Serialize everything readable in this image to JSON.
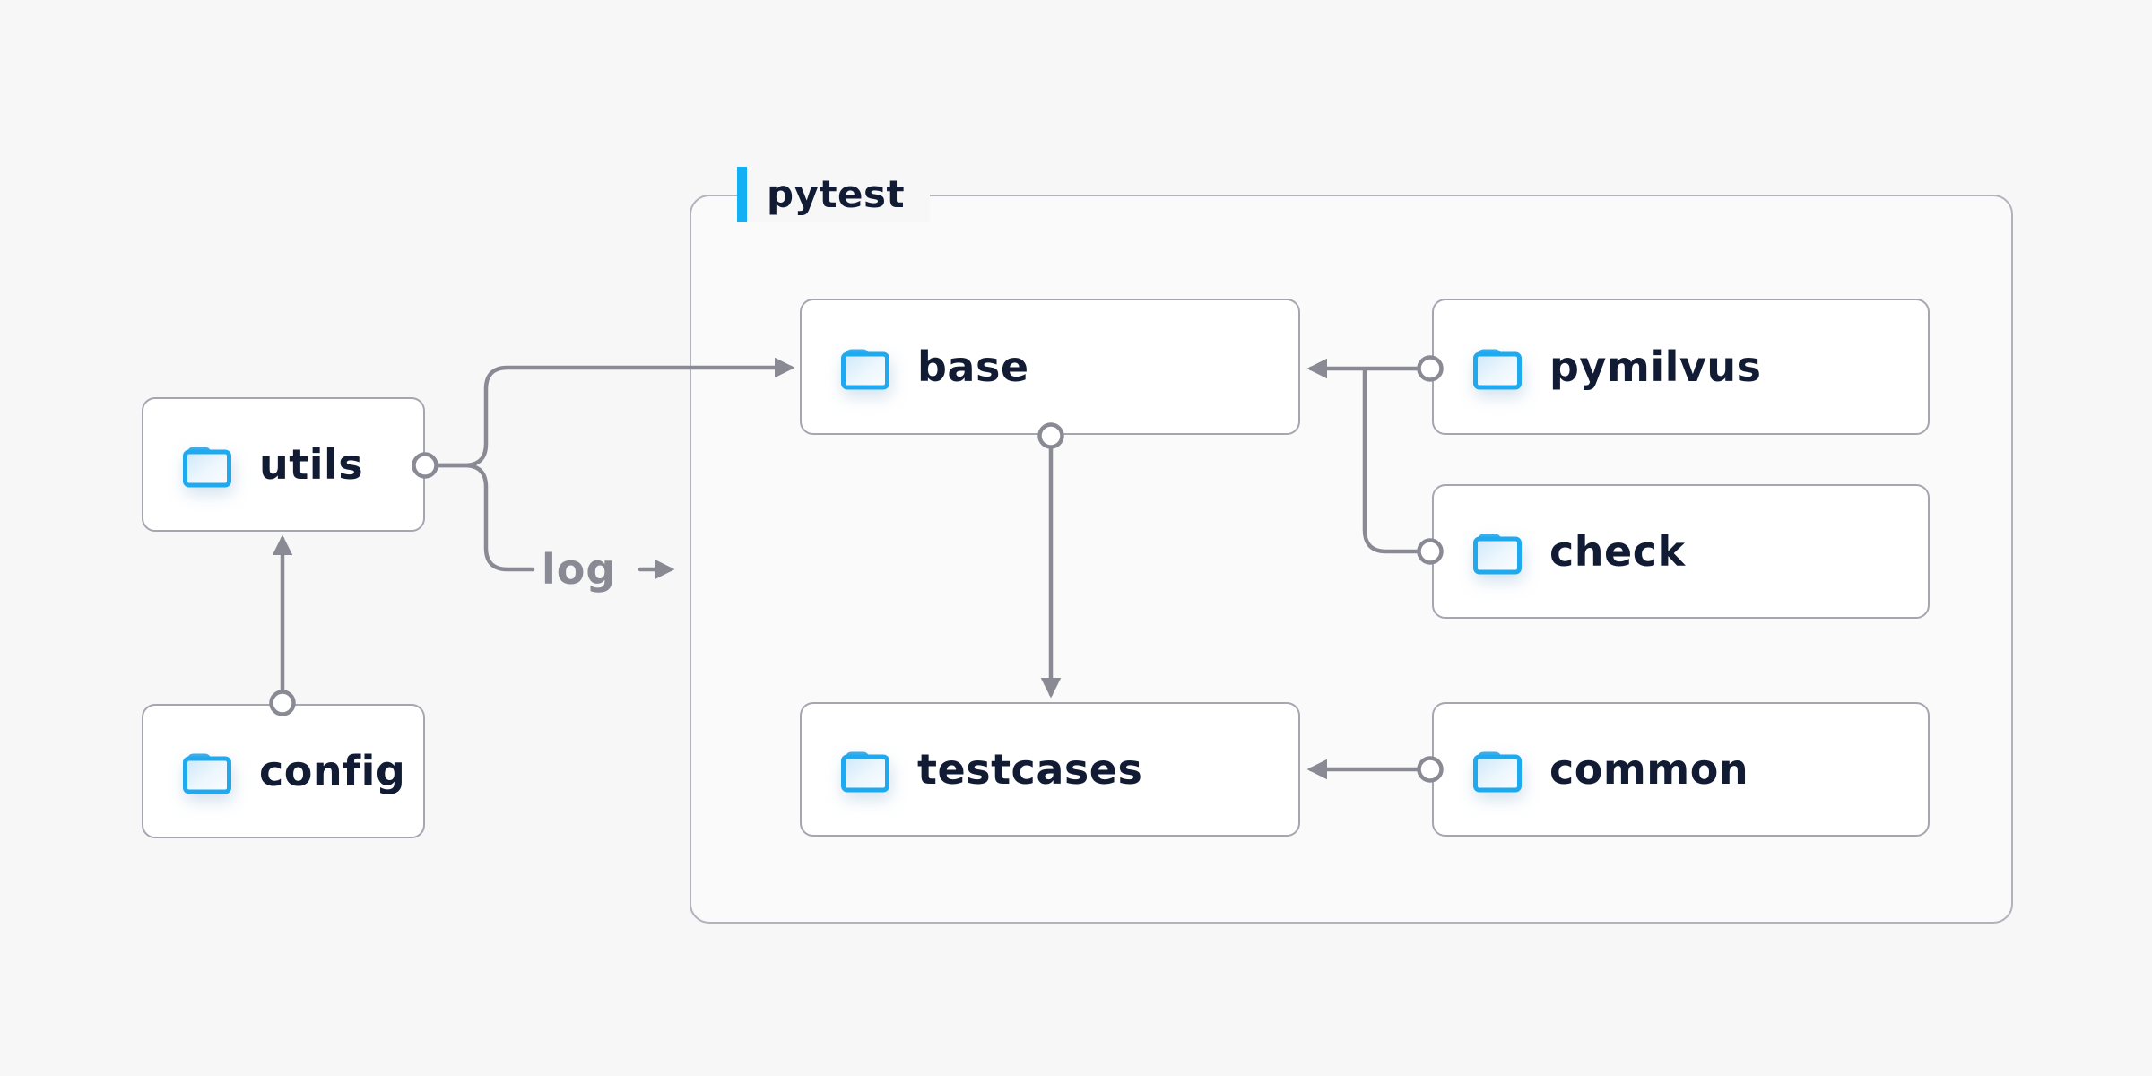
{
  "diagram": {
    "group": {
      "label": "pytest"
    },
    "nodes": {
      "utils": {
        "label": "utils",
        "icon": "folder-icon"
      },
      "config": {
        "label": "config",
        "icon": "folder-icon"
      },
      "base": {
        "label": "base",
        "icon": "folder-icon"
      },
      "pymilvus": {
        "label": "pymilvus",
        "icon": "folder-icon"
      },
      "check": {
        "label": "check",
        "icon": "folder-icon"
      },
      "testcases": {
        "label": "testcases",
        "icon": "folder-icon"
      },
      "common": {
        "label": "common",
        "icon": "folder-icon"
      }
    },
    "edge_labels": {
      "log": "log"
    },
    "edges": [
      {
        "from": "config",
        "to": "utils"
      },
      {
        "from": "utils",
        "to": "base"
      },
      {
        "from": "utils",
        "to": "pytest-group",
        "label": "log"
      },
      {
        "from": "pymilvus",
        "to": "base"
      },
      {
        "from": "check",
        "to": "base"
      },
      {
        "from": "base",
        "to": "testcases"
      },
      {
        "from": "common",
        "to": "testcases"
      }
    ],
    "colors": {
      "background": "#f7f7f8",
      "node_fill": "#ffffff",
      "node_border": "#a6a6b0",
      "group_border": "#b2b2bc",
      "connector": "#8a8a94",
      "text": "#111b33",
      "edge_label_text": "#8a8a94",
      "accent_blue": "#13b1f3",
      "folder_blue": "#1fa9ee",
      "folder_tab_blue": "#3aaeec",
      "folder_fill_light": "#d6ecfa"
    }
  }
}
